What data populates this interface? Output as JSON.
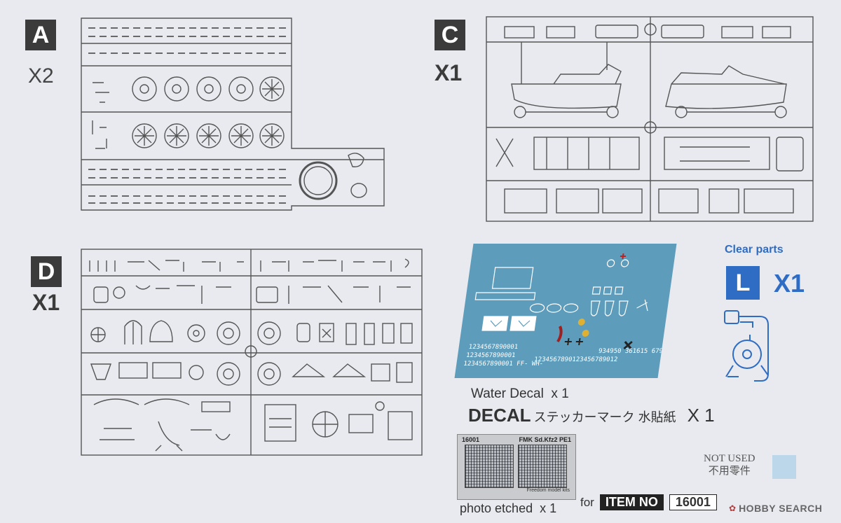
{
  "sprues": {
    "a": {
      "letter": "A",
      "count": "X2"
    },
    "c": {
      "letter": "C",
      "count": "X1"
    },
    "d": {
      "letter": "D",
      "count": "X1"
    }
  },
  "clear": {
    "title": "Clear parts",
    "letter": "L",
    "count": "X1"
  },
  "decal": {
    "water_label": "Water Decal  x 1",
    "heading": "DECAL",
    "heading_jp": "ステッカーマーク 水貼紙",
    "heading_count": "X 1"
  },
  "photo_etched": {
    "label": "photo etched  x 1",
    "plate_code": "16001",
    "plate_name": "FMK  Sd.Kfz2 PE1",
    "plate_footer": "Freedom model kits"
  },
  "not_used": {
    "line1": "NOT USED",
    "line2": "不用零件",
    "swatch_color": "#bcd7ea"
  },
  "item": {
    "prefix": "for",
    "label": "ITEM NO",
    "number": "16001"
  },
  "watermark": {
    "text": "HOBBY SEARCH"
  },
  "colors": {
    "sprue": "#555555",
    "tag": "#3b3b3b",
    "clear_accent": "#2f6cc4",
    "decal_bg": "#5d9cbb"
  }
}
